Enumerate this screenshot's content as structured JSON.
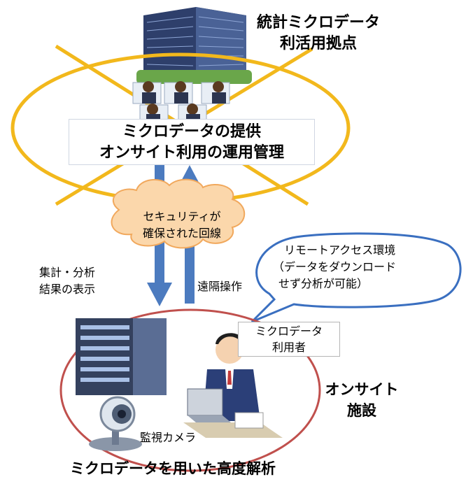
{
  "hub": {
    "title_line1": "統計ミクロデータ",
    "title_line2": "利活用拠点",
    "service_line1": "ミクロデータの提供",
    "service_line2": "オンサイト利用の運用管理"
  },
  "network": {
    "cloud_line1": "セキュリティが",
    "cloud_line2": "確保された回線",
    "down_label_line1": "集計・分析",
    "down_label_line2": "結果の表示",
    "up_label": "遠隔操作"
  },
  "remote_access": {
    "line1": "リモートアクセス環境",
    "line2": "（データをダウンロード",
    "line3": "せず分析が可能）"
  },
  "onsite": {
    "user_line1": "ミクロデータ",
    "user_line2": "利用者",
    "facility_line1": "オンサイト",
    "facility_line2": "施設",
    "camera_label": "監視カメラ"
  },
  "footer": "ミクロデータを用いた高度解析",
  "colors": {
    "orbit": "#f2b81c",
    "arrow": "#4c7bbf",
    "onsite_ring": "#c0504d",
    "cloud_fill": "#fbd7ab",
    "cloud_stroke": "#f1a85c",
    "bubble_stroke": "#3a6fc0"
  }
}
